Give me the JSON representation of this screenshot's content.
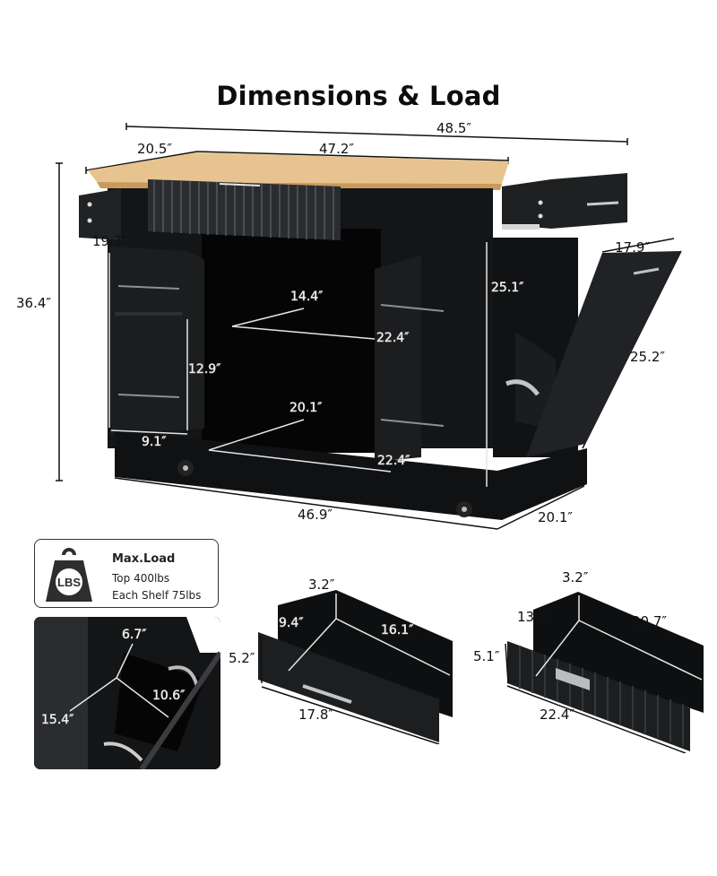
{
  "title": "Dimensions & Load",
  "main_view": {
    "overall_width": "48.5″",
    "top_depth": "20.5″",
    "top_width": "47.2″",
    "height": "36.4″",
    "side_shelf_depth": "19.7″",
    "side_shelf_height": "12.9″",
    "side_shelf_width": "9.1″",
    "upper_shelf_depth": "14.4″",
    "upper_shelf_width": "22.4″",
    "lower_shelf_depth": "20.1″",
    "lower_shelf_width": "22.4″",
    "cabinet_height": "25.1″",
    "bin_door_width": "17.9″",
    "bin_door_height": "25.2″",
    "base_width": "46.9″",
    "base_depth": "20.1″"
  },
  "max_load": {
    "icon": "weight-lbs-icon",
    "icon_text": "LBS",
    "heading": "Max.Load",
    "top": "Top 400lbs",
    "shelf": "Each Shelf 75lbs"
  },
  "trash_bin_detail": {
    "depth": "6.7″",
    "height": "15.4″",
    "width": "10.6″"
  },
  "small_drawer": {
    "inner_height": "3.2″",
    "inner_depth": "9.4″",
    "inner_width": "16.1″",
    "front_height": "5.2″",
    "front_width": "17.8″"
  },
  "large_drawer": {
    "inner_height": "3.2″",
    "inner_depth": "13.3″",
    "inner_width": "20.7″",
    "front_height": "5.1″",
    "front_width": "22.4″"
  },
  "colors": {
    "cabinet": "#1a1b1d",
    "cabinet_edge": "#2c2e31",
    "wood_top": "#e7c48f",
    "wood_edge": "#c99a5c",
    "steel": "#b9bcc0"
  }
}
